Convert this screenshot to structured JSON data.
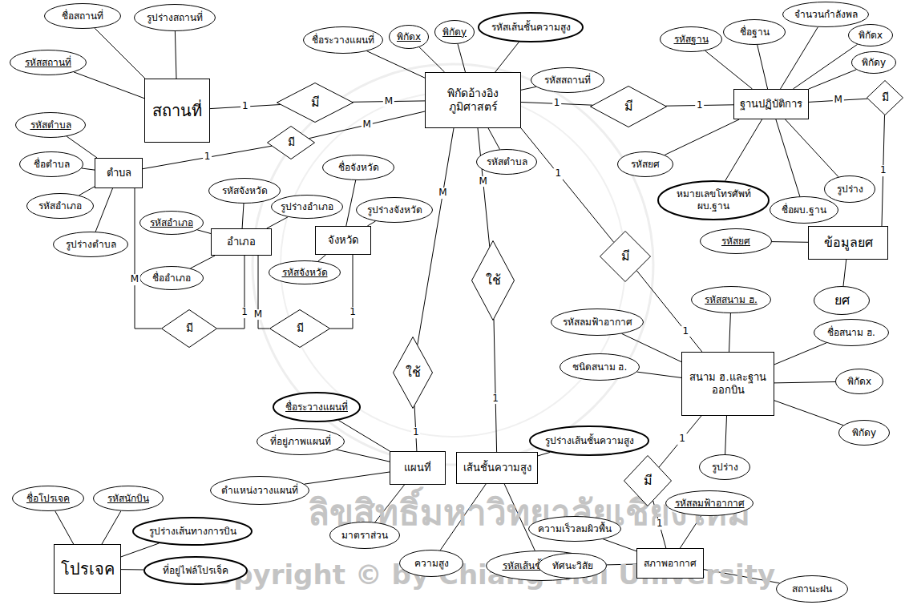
{
  "diagram": {
    "nodes": [
      {
        "text": [
          "สถานที่"
        ]
      },
      {
        "text": [
          "ชื่อสถานที่"
        ]
      },
      {
        "text": [
          "รูปร่างสถานที่"
        ]
      },
      {
        "text": [
          "รหัสสถานที่"
        ]
      },
      {
        "text": [
          "มี"
        ]
      },
      {
        "text": [
          "พิกัดอ้างอิง ภูมิศาสตร์"
        ]
      },
      {
        "text": [
          "ชื่อระวางแผนที่"
        ]
      },
      {
        "text": [
          "พิกัดx"
        ]
      },
      {
        "text": [
          "พิกัดy"
        ]
      },
      {
        "text": [
          "รหัสเส้นชั้นความสูง"
        ]
      },
      {
        "text": [
          "รหัสสถานที่"
        ]
      },
      {
        "text": [
          "รหัสตำบล"
        ]
      },
      {
        "text": [
          "มี"
        ]
      },
      {
        "text": [
          "ฐานปฏิบัติการ"
        ]
      },
      {
        "text": [
          "ชื่อฐาน"
        ]
      },
      {
        "text": [
          "จำนวนกำลังพล"
        ]
      },
      {
        "text": [
          "พิกัดx"
        ]
      },
      {
        "text": [
          "พิกัดy"
        ]
      },
      {
        "text": [
          "รหัสฐาน"
        ]
      },
      {
        "text": [
          "รหัสยศ"
        ]
      },
      {
        "text": [
          "หมายเลขโทรศัพท์ ผบ.ฐาน"
        ]
      },
      {
        "text": [
          "ชื่อผบ.ฐาน"
        ]
      },
      {
        "text": [
          "รูปร่าง"
        ]
      },
      {
        "text": [
          "มี"
        ]
      },
      {
        "text": [
          "ข้อมูลยศ"
        ]
      },
      {
        "text": [
          "รหัสยศ"
        ]
      },
      {
        "text": [
          "ยศ"
        ]
      },
      {
        "text": [
          "ตำบล"
        ]
      },
      {
        "text": [
          "รหัสตำบล"
        ]
      },
      {
        "text": [
          "ชื่อตำบล"
        ]
      },
      {
        "text": [
          "รหัสอำเภอ"
        ]
      },
      {
        "text": [
          "รูปร่างตำบล"
        ]
      },
      {
        "text": [
          "มี"
        ]
      },
      {
        "text": [
          "อำเภอ"
        ]
      },
      {
        "text": [
          "รหัสจังหวัด"
        ]
      },
      {
        "text": [
          "รหัสอำเภอ"
        ]
      },
      {
        "text": [
          "รูปร่างอำเภอ"
        ]
      },
      {
        "text": [
          "ชื่ออำเภอ"
        ]
      },
      {
        "text": [
          "จังหวัด"
        ]
      },
      {
        "text": [
          "ชื่อจังหวัด"
        ]
      },
      {
        "text": [
          "รูปร่างจังหวัด"
        ]
      },
      {
        "text": [
          "รหัสจังหวัด"
        ]
      },
      {
        "text": [
          "มี"
        ]
      },
      {
        "text": [
          "มี"
        ]
      },
      {
        "text": [
          "ใช้"
        ]
      },
      {
        "text": [
          "ใช้"
        ]
      },
      {
        "text": [
          "มี"
        ]
      },
      {
        "text": [
          "แผนที่"
        ]
      },
      {
        "text": [
          "ชื่อระวางแผนที่"
        ]
      },
      {
        "text": [
          "ที่อยู่ภาพแผนที่"
        ]
      },
      {
        "text": [
          "ตำแหน่งวางแผนที่"
        ]
      },
      {
        "text": [
          "มาตราส่วน"
        ]
      },
      {
        "text": [
          "เส้นชั้นความสูง"
        ]
      },
      {
        "text": [
          "รูปร่างเส้นชั้นความสูง"
        ]
      },
      {
        "text": [
          "ความสูง"
        ]
      },
      {
        "text": [
          "รหัสเส้นชั้นความสูง"
        ]
      },
      {
        "text": [
          "สนาม ฮ.และฐาน ออกบิน"
        ]
      },
      {
        "text": [
          "รหัสสนาม ฮ."
        ]
      },
      {
        "text": [
          "รหัสลมฟ้าอากาศ"
        ]
      },
      {
        "text": [
          "ชื่อสนาม ฮ."
        ]
      },
      {
        "text": [
          "ชนิดสนาม ฮ."
        ]
      },
      {
        "text": [
          "พิกัดx"
        ]
      },
      {
        "text": [
          "พิกัดy"
        ]
      },
      {
        "text": [
          "รูปร่าง"
        ]
      },
      {
        "text": [
          "มี"
        ]
      },
      {
        "text": [
          "สภาพอากาศ"
        ]
      },
      {
        "text": [
          "รหัสลมฟ้าอากาศ"
        ]
      },
      {
        "text": [
          "ความเร็วลมผิวพื้น"
        ]
      },
      {
        "text": [
          "ทัศนะวิสัย"
        ]
      },
      {
        "text": [
          "สถานะฝน"
        ]
      },
      {
        "text": [
          "โปรเจค"
        ]
      },
      {
        "text": [
          "ชื่อโปรเจค"
        ]
      },
      {
        "text": [
          "รหัสนักบิน"
        ]
      },
      {
        "text": [
          "รูปร่างเส้นทางการบิน"
        ]
      },
      {
        "text": [
          "ที่อยู่ไฟล์โปรเจ็ค"
        ]
      }
    ],
    "edges": [
      {
        "from": 0,
        "to": 1,
        "arrow": "none"
      },
      {
        "from": 0,
        "to": 2,
        "arrow": "none"
      },
      {
        "from": 0,
        "to": 3,
        "arrow": "none"
      },
      {
        "from": 0,
        "to": 4,
        "label": "1",
        "arrow": "none"
      },
      {
        "from": 4,
        "to": 5,
        "label": "M",
        "arrow": "none"
      },
      {
        "from": 5,
        "to": 6,
        "arrow": "none"
      },
      {
        "from": 5,
        "to": 7,
        "arrow": "none"
      },
      {
        "from": 5,
        "to": 8,
        "arrow": "none"
      },
      {
        "from": 5,
        "to": 9,
        "arrow": "none"
      },
      {
        "from": 5,
        "to": 10,
        "arrow": "none"
      },
      {
        "from": 5,
        "to": 11,
        "arrow": "none"
      },
      {
        "from": 5,
        "to": 12,
        "label": "1",
        "arrow": "none"
      },
      {
        "from": 12,
        "to": 13,
        "label": "1",
        "arrow": "none"
      },
      {
        "from": 13,
        "to": 14,
        "arrow": "none"
      },
      {
        "from": 13,
        "to": 15,
        "arrow": "none"
      },
      {
        "from": 13,
        "to": 16,
        "arrow": "none"
      },
      {
        "from": 13,
        "to": 17,
        "arrow": "none"
      },
      {
        "from": 13,
        "to": 18,
        "arrow": "none"
      },
      {
        "from": 13,
        "to": 19,
        "arrow": "none"
      },
      {
        "from": 13,
        "to": 20,
        "arrow": "none"
      },
      {
        "from": 13,
        "to": 21,
        "arrow": "none"
      },
      {
        "from": 13,
        "to": 22,
        "arrow": "none"
      },
      {
        "from": 13,
        "to": 23,
        "label": "M",
        "arrow": "none"
      },
      {
        "from": 23,
        "to": 24,
        "label": "1",
        "arrow": "none"
      },
      {
        "from": 24,
        "to": 25,
        "arrow": "none"
      },
      {
        "from": 24,
        "to": 26,
        "arrow": "none"
      },
      {
        "from": 27,
        "to": 28,
        "arrow": "none"
      },
      {
        "from": 27,
        "to": 29,
        "arrow": "none"
      },
      {
        "from": 27,
        "to": 30,
        "arrow": "none"
      },
      {
        "from": 27,
        "to": 31,
        "arrow": "none"
      },
      {
        "from": 27,
        "to": 32,
        "label": "1",
        "arrow": "none"
      },
      {
        "from": 32,
        "to": 5,
        "label": "M",
        "arrow": "none"
      },
      {
        "from": 33,
        "to": 34,
        "arrow": "none"
      },
      {
        "from": 33,
        "to": 35,
        "arrow": "none"
      },
      {
        "from": 33,
        "to": 36,
        "arrow": "none"
      },
      {
        "from": 33,
        "to": 37,
        "arrow": "none"
      },
      {
        "from": 38,
        "to": 39,
        "arrow": "none"
      },
      {
        "from": 38,
        "to": 40,
        "arrow": "none"
      },
      {
        "from": 38,
        "to": 41,
        "arrow": "none"
      },
      {
        "from": 27,
        "to": 42,
        "label": "M",
        "arrow": "none"
      },
      {
        "from": 42,
        "to": 33,
        "label": "1",
        "arrow": "none"
      },
      {
        "from": 33,
        "to": 43,
        "label": "M",
        "arrow": "none"
      },
      {
        "from": 43,
        "to": 38,
        "label": "1",
        "arrow": "none"
      },
      {
        "from": 5,
        "to": 44,
        "label": "M",
        "arrow": "none"
      },
      {
        "from": 44,
        "to": 47,
        "label": "1",
        "arrow": "none"
      },
      {
        "from": 5,
        "to": 45,
        "label": "M",
        "arrow": "none"
      },
      {
        "from": 45,
        "to": 52,
        "label": "1",
        "arrow": "none"
      },
      {
        "from": 5,
        "to": 46,
        "label": "1",
        "arrow": "none"
      },
      {
        "from": 46,
        "to": 56,
        "label": "1",
        "arrow": "none"
      },
      {
        "from": 47,
        "to": 48,
        "arrow": "none"
      },
      {
        "from": 47,
        "to": 49,
        "arrow": "none"
      },
      {
        "from": 47,
        "to": 50,
        "arrow": "none"
      },
      {
        "from": 47,
        "to": 51,
        "arrow": "none"
      },
      {
        "from": 52,
        "to": 53,
        "arrow": "none"
      },
      {
        "from": 52,
        "to": 54,
        "arrow": "none"
      },
      {
        "from": 52,
        "to": 55,
        "arrow": "none"
      },
      {
        "from": 56,
        "to": 57,
        "arrow": "none"
      },
      {
        "from": 56,
        "to": 58,
        "arrow": "none"
      },
      {
        "from": 56,
        "to": 59,
        "arrow": "none"
      },
      {
        "from": 56,
        "to": 60,
        "arrow": "none"
      },
      {
        "from": 56,
        "to": 61,
        "arrow": "none"
      },
      {
        "from": 56,
        "to": 62,
        "arrow": "none"
      },
      {
        "from": 56,
        "to": 63,
        "arrow": "none"
      },
      {
        "from": 56,
        "to": 64,
        "label": "1",
        "arrow": "none"
      },
      {
        "from": 64,
        "to": 65,
        "label": "1",
        "arrow": "none"
      },
      {
        "from": 65,
        "to": 66,
        "arrow": "none"
      },
      {
        "from": 65,
        "to": 67,
        "arrow": "none"
      },
      {
        "from": 65,
        "to": 68,
        "arrow": "none"
      },
      {
        "from": 65,
        "to": 69,
        "arrow": "none"
      },
      {
        "from": 70,
        "to": 71,
        "arrow": "none"
      },
      {
        "from": 70,
        "to": 72,
        "arrow": "none"
      },
      {
        "from": 70,
        "to": 73,
        "arrow": "none"
      },
      {
        "from": 70,
        "to": 74,
        "arrow": "none"
      }
    ],
    "labels": [
      "ลิขสิทธิ์มหาวิทยาลัยเชียงใหม่",
      "Copyright © by Chiang Mai University"
    ]
  }
}
